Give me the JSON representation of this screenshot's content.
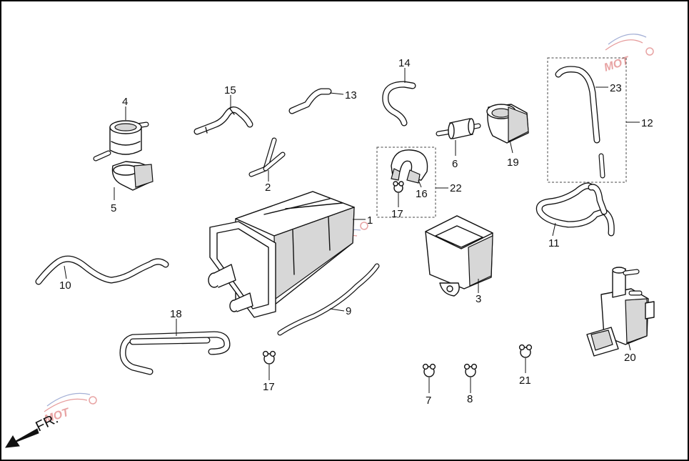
{
  "labels": {
    "l1": "1",
    "l2": "2",
    "l3": "3",
    "l4": "4",
    "l5": "5",
    "l6": "6",
    "l7": "7",
    "l8": "8",
    "l9": "9",
    "l10": "10",
    "l11": "11",
    "l12": "12",
    "l13": "13",
    "l14": "14",
    "l15": "15",
    "l16": "16",
    "l17a": "17",
    "l17b": "17",
    "l18": "18",
    "l19": "19",
    "l20": "20",
    "l21": "21",
    "l22": "22",
    "l23": "23"
  },
  "direction": {
    "text": "FR."
  },
  "watermark": {
    "text": "MOT",
    "color_red": "#d24a4a",
    "color_blue": "#5a6fb5"
  }
}
